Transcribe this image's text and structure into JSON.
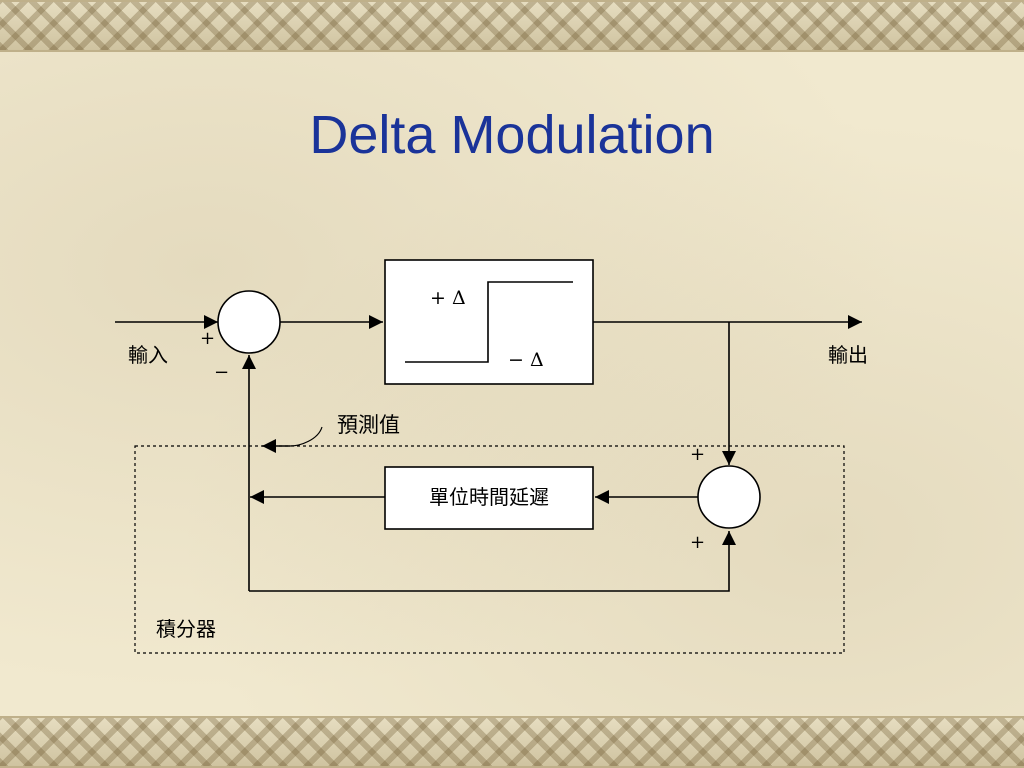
{
  "slide": {
    "title": "Delta Modulation"
  },
  "diagram": {
    "input_label": "輸入",
    "output_label": "輸出",
    "sum1_plus": "+",
    "sum1_minus": "−",
    "quantizer_plus_delta": "+ Δ",
    "quantizer_minus_delta": "− Δ",
    "prediction_label": "預測值",
    "delay_block_label": "單位時間延遲",
    "sum2_plus_top": "+",
    "sum2_plus_bottom": "+",
    "integrator_label": "積分器"
  },
  "colors": {
    "title": "#1a3399",
    "background": "#f1e9cf",
    "line": "#000000"
  }
}
